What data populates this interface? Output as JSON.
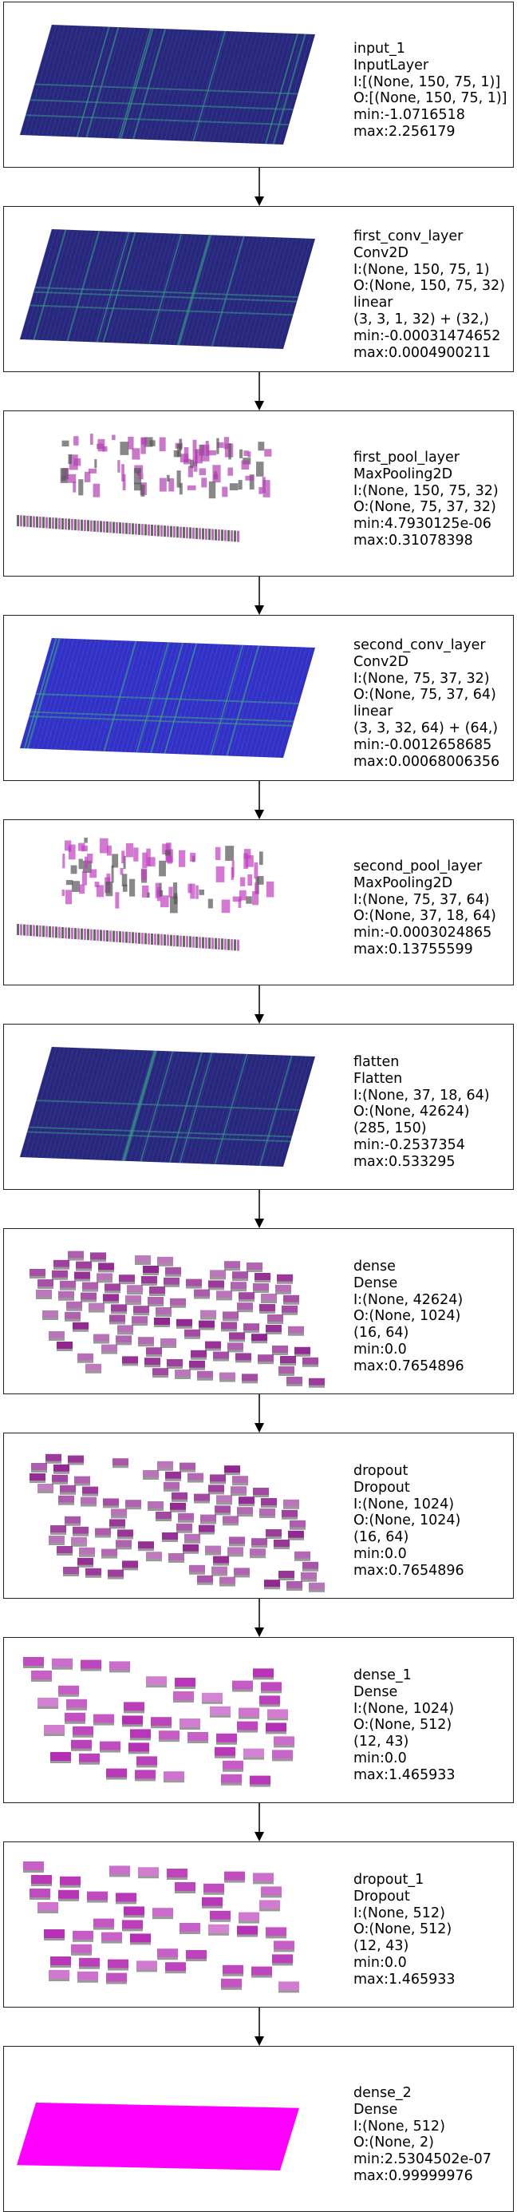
{
  "layers": [
    {
      "name": "input_1",
      "type": "InputLayer",
      "input": "I:[(None, 150, 75, 1)]",
      "output": "O:[(None, 150, 75, 1)]",
      "extras": [],
      "min": "min:-1.0716518",
      "max": "max:2.256179",
      "style": "grid-dark",
      "accent": "#1a1a6e"
    },
    {
      "name": "first_conv_layer",
      "type": "Conv2D",
      "input": "I:(None, 150, 75, 1)",
      "output": "O:(None, 150, 75, 32)",
      "extras": [
        "linear",
        "(3, 3, 1, 32) + (32,)"
      ],
      "min": "min:-0.00031474652",
      "max": "max:0.0004900211",
      "style": "grid-dark",
      "accent": "#1e1e7a"
    },
    {
      "name": "first_pool_layer",
      "type": "MaxPooling2D",
      "input": "I:(None, 150, 75, 32)",
      "output": "O:(None, 75, 37, 32)",
      "extras": [],
      "min": "min:4.7930125e-06",
      "max": "max:0.31078398",
      "style": "sparse-two",
      "accent": "#b040b0"
    },
    {
      "name": "second_conv_layer",
      "type": "Conv2D",
      "input": "I:(None, 75, 37, 32)",
      "output": "O:(None, 75, 37, 64)",
      "extras": [
        "linear",
        "(3, 3, 32, 64) + (64,)"
      ],
      "min": "min:-0.0012658685",
      "max": "max:0.00068006356",
      "style": "grid-blue",
      "accent": "#2020b0"
    },
    {
      "name": "second_pool_layer",
      "type": "MaxPooling2D",
      "input": "I:(None, 75, 37, 64)",
      "output": "O:(None, 37, 18, 64)",
      "extras": [],
      "min": "min:-0.0003024865",
      "max": "max:0.13755599",
      "style": "sparse-two",
      "accent": "#c040c0"
    },
    {
      "name": "flatten",
      "type": "Flatten",
      "input": "I:(None, 37, 18, 64)",
      "output": "O:(None, 42624)",
      "extras": [
        "(285, 150)"
      ],
      "min": "min:-0.2537354",
      "max": "max:0.533295",
      "style": "grid-dark",
      "accent": "#1a1a6e"
    },
    {
      "name": "dense",
      "type": "Dense",
      "input": "I:(None, 42624)",
      "output": "O:(None, 1024)",
      "extras": [
        "(16, 64)"
      ],
      "min": "min:0.0",
      "max": "max:0.7654896",
      "style": "blocks",
      "accent": "#8a1a8a"
    },
    {
      "name": "dropout",
      "type": "Dropout",
      "input": "I:(None, 1024)",
      "output": "O:(None, 1024)",
      "extras": [
        "(16, 64)"
      ],
      "min": "min:0.0",
      "max": "max:0.7654896",
      "style": "blocks",
      "accent": "#8a1a8a"
    },
    {
      "name": "dense_1",
      "type": "Dense",
      "input": "I:(None, 1024)",
      "output": "O:(None, 512)",
      "extras": [
        "(12, 43)"
      ],
      "min": "min:0.0",
      "max": "max:1.465933",
      "style": "blocks-large",
      "accent": "#b020b0"
    },
    {
      "name": "dropout_1",
      "type": "Dropout",
      "input": "I:(None, 512)",
      "output": "O:(None, 512)",
      "extras": [
        "(12, 43)"
      ],
      "min": "min:0.0",
      "max": "max:1.465933",
      "style": "blocks-large",
      "accent": "#b020b0"
    },
    {
      "name": "dense_2",
      "type": "Dense",
      "input": "I:(None, 512)",
      "output": "O:(None, 2)",
      "extras": [],
      "min": "min:2.5304502e-07",
      "max": "max:0.99999976",
      "style": "solid",
      "accent": "#ff00ff"
    }
  ]
}
